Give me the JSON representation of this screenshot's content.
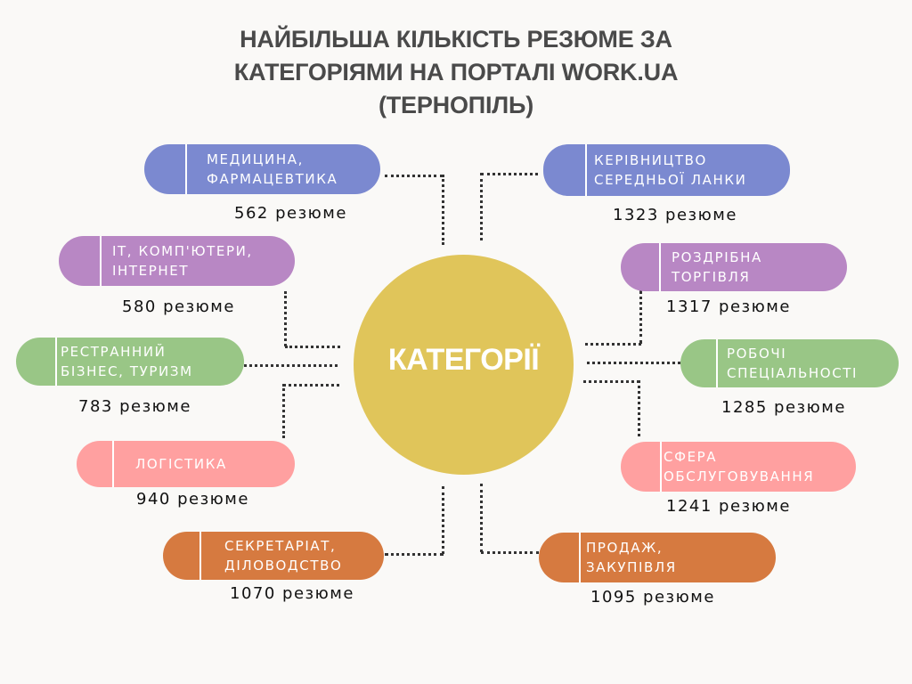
{
  "title": {
    "line1": "НАЙБІЛЬША КІЛЬКІСТЬ РЕЗЮМЕ ЗА",
    "line2": "КАТЕГОРІЯМИ НА ПОРТАЛІ WORK.UA",
    "line3": "(ТЕРНОПІЛЬ)"
  },
  "hub": {
    "label": "КАТЕГОРІЇ",
    "color": "#E0C55A"
  },
  "categories": [
    {
      "label": "МЕДИЦИНА,\nФАРМАЦЕВТИКА",
      "count": "562 резюме",
      "value": 562,
      "color": "#7B89D0",
      "side": "left"
    },
    {
      "label": "IT, КОМП'ЮТЕРИ,\nІНТЕРНЕТ",
      "count": "580 резюме",
      "value": 580,
      "color": "#B887C4",
      "side": "left"
    },
    {
      "label": "РЕСТРАННИЙ\nБІЗНЕС, ТУРИЗМ",
      "count": "783 резюме",
      "value": 783,
      "color": "#99C686",
      "side": "left"
    },
    {
      "label": "ЛОГІСТИКА",
      "count": "940 резюме",
      "value": 940,
      "color": "#FFA0A0",
      "side": "left"
    },
    {
      "label": "СЕКРЕТАРІАТ,\nДІЛОВОДСТВО",
      "count": "1070 резюме",
      "value": 1070,
      "color": "#D67A40",
      "side": "left"
    },
    {
      "label": "КЕРІВНИЦТВО\nСЕРЕДНЬОЇ ЛАНКИ",
      "count": "1323 резюме",
      "value": 1323,
      "color": "#7B89D0",
      "side": "right"
    },
    {
      "label": "РОЗДРІБНА\nТОРГІВЛЯ",
      "count": "1317 резюме",
      "value": 1317,
      "color": "#B887C4",
      "side": "right"
    },
    {
      "label": "РОБОЧІ\nСПЕЦІАЛЬНОСТІ",
      "count": "1285 резюме",
      "value": 1285,
      "color": "#99C686",
      "side": "right"
    },
    {
      "label": "СФЕРА\nОБСЛУГОВУВАННЯ",
      "count": "1241 резюме",
      "value": 1241,
      "color": "#FFA0A0",
      "side": "right"
    },
    {
      "label": "ПРОДАЖ,\nЗАКУПІВЛЯ",
      "count": "1095 резюме",
      "value": 1095,
      "color": "#D67A40",
      "side": "right"
    }
  ],
  "colors": {
    "background": "#FAF9F7",
    "title": "#4a4a4a",
    "connector": "#333333"
  }
}
